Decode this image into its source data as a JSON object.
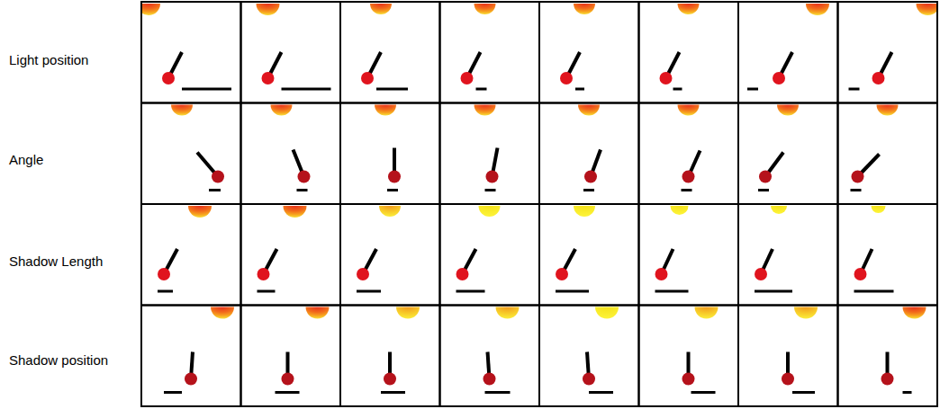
{
  "diagram": {
    "labels": [
      "Light position",
      "Angle",
      "Shadow Length",
      "Shadow position"
    ]
  }
}
